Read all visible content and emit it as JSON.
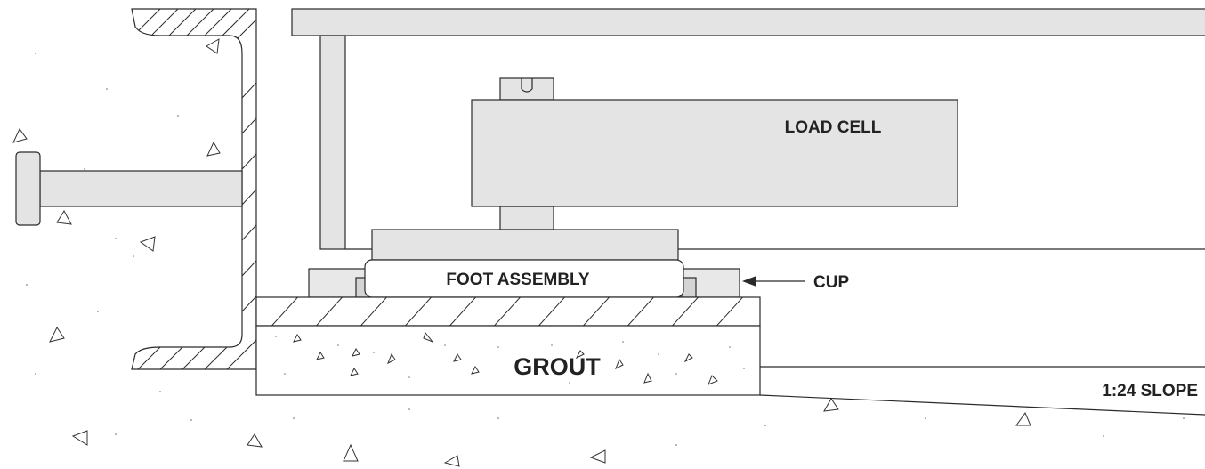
{
  "labels": {
    "load_cell": "LOAD CELL",
    "foot_assembly": "FOOT ASSEMBLY",
    "cup": "CUP",
    "grout": "GROUT",
    "slope": "1:24 SLOPE"
  },
  "colors": {
    "part_fill": "#e4e4e4",
    "cup_fill": "#e8e8e8",
    "line": "#2a2a2a",
    "background": "#ffffff"
  }
}
